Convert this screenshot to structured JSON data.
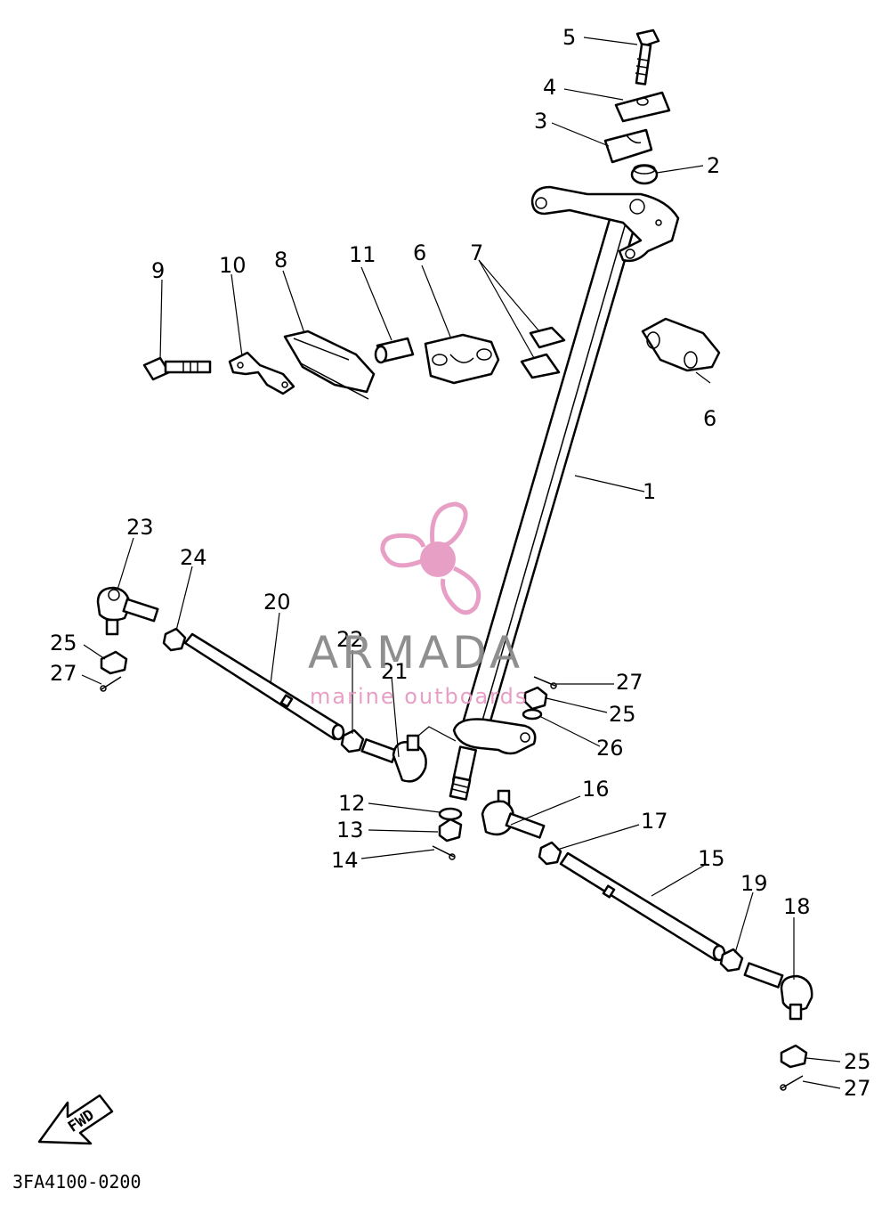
{
  "part_labels": {
    "l1": "1",
    "l2": "2",
    "l3": "3",
    "l4": "4",
    "l5": "5",
    "l6a": "6",
    "l6b": "6",
    "l7": "7",
    "l8": "8",
    "l9": "9",
    "l10": "10",
    "l11": "11",
    "l12": "12",
    "l13": "13",
    "l14": "14",
    "l15": "15",
    "l16": "16",
    "l17": "17",
    "l18": "18",
    "l19": "19",
    "l20": "20",
    "l21": "21",
    "l22": "22",
    "l23": "23",
    "l24": "24",
    "l25a": "25",
    "l25b": "25",
    "l25c": "25",
    "l26": "26",
    "l27a": "27",
    "l27b": "27",
    "l27c": "27"
  },
  "fwd_label": "FWD",
  "diagram_code": "3FA4100-0200",
  "watermark": {
    "title": "ARMADA",
    "subtitle": "marine outboards",
    "logo_icon": "propeller-icon",
    "colors": {
      "logo": "#e79ac4",
      "title": "#8a8a8a",
      "subtitle": "#e79ac4"
    }
  }
}
